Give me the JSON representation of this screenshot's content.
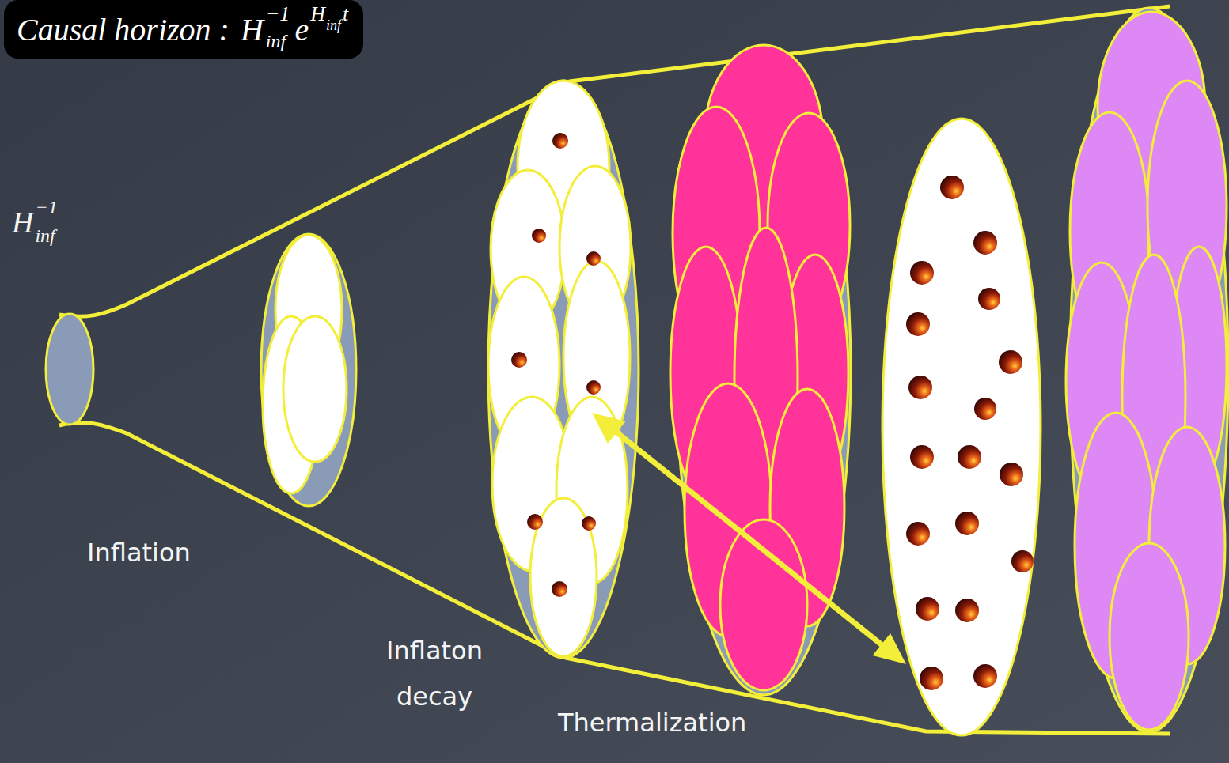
{
  "diagram": {
    "nodes": [
      {
        "text": [
          "Causal horizon :",
          "H",
          "−1",
          "inf",
          "e",
          "H",
          "inf",
          "t"
        ]
      }
    ],
    "labels": [
      "H",
      "−1",
      "inf",
      "Inflation",
      "Inflaton decay",
      "Thermalization"
    ]
  }
}
